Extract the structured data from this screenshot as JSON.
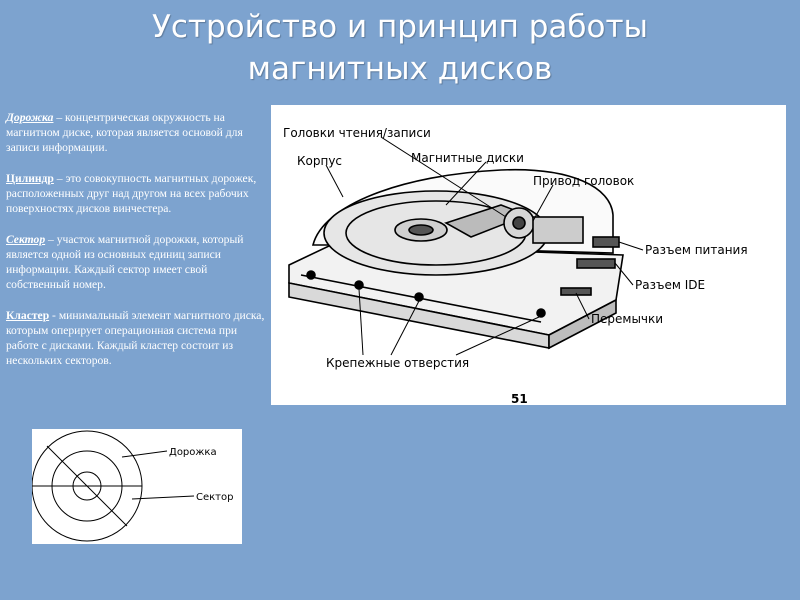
{
  "title": {
    "line1": "Устройство и принцип работы",
    "line2": "магнитных дисков"
  },
  "definitions": [
    {
      "term": "Дорожка",
      "separator": " – ",
      "text": "концентрическая окружность на магнитном диске, которая является основой для записи информации."
    },
    {
      "term": "Цилиндр",
      "separator": " – ",
      "text": "это совокупность магнитных дорожек, расположенных друг над другом на всех рабочих поверхностях дисков винчестера."
    },
    {
      "term": "Сектор",
      "separator": " – ",
      "text": "участок магнитной дорожки, который является одной из основных единиц записи информации. Каждый сектор имеет свой собственный номер."
    },
    {
      "term": "Кластер",
      "separator": " - ",
      "text": "минимальный элемент магнитного диска, которым оперирует операционная система при работе с дисками. Каждый кластер состоит из нескольких секторов."
    }
  ],
  "hdd_diagram": {
    "labels": {
      "heads": "Головки чтения/записи",
      "case": "Корпус",
      "platters": "Магнитные диски",
      "actuator": "Привод головок",
      "power": "Разъем питания",
      "ide": "Разъем IDE",
      "jumpers": "Перемычки",
      "mount_holes": "Крепежные отверстия"
    },
    "page_number": "51"
  },
  "track_diagram": {
    "labels": {
      "track": "Дорожка",
      "sector": "Сектор"
    }
  }
}
